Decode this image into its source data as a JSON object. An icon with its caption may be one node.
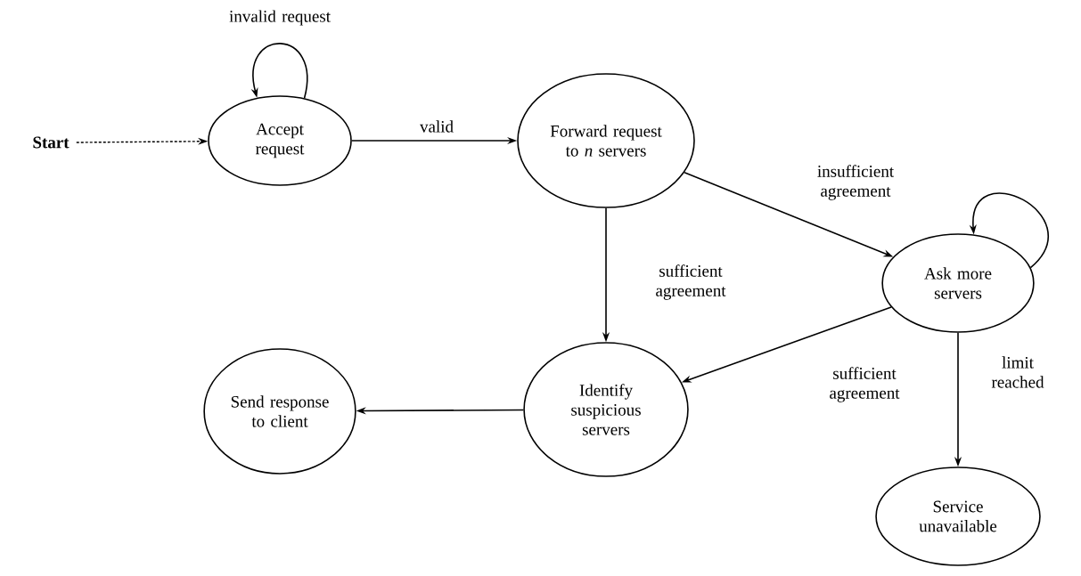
{
  "diagram": {
    "nodes": [
      {
        "text": [
          "Start"
        ]
      },
      {
        "text": [
          "Accept request"
        ]
      },
      {
        "text": [
          "Forward request to *n* servers"
        ]
      },
      {
        "text": [
          "Ask more servers"
        ]
      },
      {
        "text": [
          "Identify suspicious servers"
        ]
      },
      {
        "text": [
          "Send response to client"
        ]
      },
      {
        "text": [
          "Service unavailable"
        ]
      }
    ],
    "edges": [
      {
        "from": 0,
        "to": 1,
        "arrow": "to",
        "style": "dashed"
      },
      {
        "from": 1,
        "to": 1,
        "arrow": "to",
        "label": "invalid request"
      },
      {
        "from": 1,
        "to": 2,
        "arrow": "to",
        "label": "valid"
      },
      {
        "from": 2,
        "to": 3,
        "arrow": "to",
        "label": "insufficient agreement"
      },
      {
        "from": 3,
        "to": 3,
        "arrow": "to"
      },
      {
        "from": 2,
        "to": 4,
        "arrow": "to",
        "label": "sufficient agreement"
      },
      {
        "from": 3,
        "to": 4,
        "arrow": "to",
        "label": "sufficient agreement"
      },
      {
        "from": 3,
        "to": 6,
        "arrow": "to",
        "label": "limit reached"
      },
      {
        "from": 4,
        "to": 5,
        "arrow": "to"
      }
    ]
  }
}
